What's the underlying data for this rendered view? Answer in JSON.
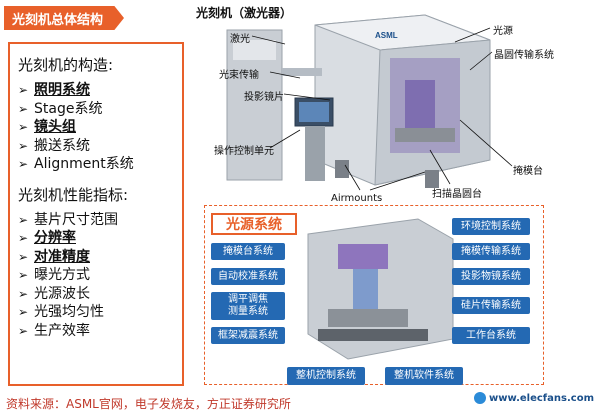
{
  "header": {
    "title": "光刻机总体结构"
  },
  "left_panel": {
    "construction_heading": "光刻机的构造:",
    "construction_items": [
      {
        "label": "照明系统",
        "bold": true
      },
      {
        "label": "Stage系统",
        "bold": false
      },
      {
        "label": "镜头组",
        "bold": true
      },
      {
        "label": "搬送系统",
        "bold": false
      },
      {
        "label": "Alignment系统",
        "bold": false
      }
    ],
    "performance_heading": "光刻机性能指标:",
    "performance_items": [
      {
        "label": "基片尺寸范围",
        "bold": false
      },
      {
        "label": "分辨率",
        "bold": true
      },
      {
        "label": "对准精度",
        "bold": true
      },
      {
        "label": "曝光方式",
        "bold": false
      },
      {
        "label": "光源波长",
        "bold": false
      },
      {
        "label": "光强均匀性",
        "bold": false
      },
      {
        "label": "生产效率",
        "bold": false
      }
    ],
    "bullet_glyph": "➢"
  },
  "upper_diagram": {
    "title": "光刻机（激光器）",
    "brand": "ASML",
    "labels": {
      "laser": "激光",
      "beam": "光束传输",
      "projection_lens": "投影镜片",
      "control_unit": "操作控制单元",
      "airmounts": "Airmounts",
      "light_source": "光源",
      "wafer_transfer": "晶圆传输系统",
      "reticle_stage": "掩模台",
      "wafer_stage": "扫描晶圆台"
    }
  },
  "lower_diagram": {
    "source_label": "光源系统",
    "left_boxes": [
      "掩模台系统",
      "自动校准系统",
      "调平调焦\n测量系统",
      "框架减震系统"
    ],
    "right_boxes": [
      "环境控制系统",
      "掩模传输系统",
      "投影物镜系统",
      "硅片传输系统",
      "工作台系统"
    ],
    "bottom_boxes": [
      "整机控制系统",
      "整机软件系统"
    ]
  },
  "footer": {
    "source_text": "资料来源：ASML官网，电子发烧友，方正证券研究所",
    "logo_text": "www.elecfans.com"
  },
  "colors": {
    "accent": "#e8602a",
    "blue": "#2469b3",
    "source_red": "#c0392b"
  }
}
